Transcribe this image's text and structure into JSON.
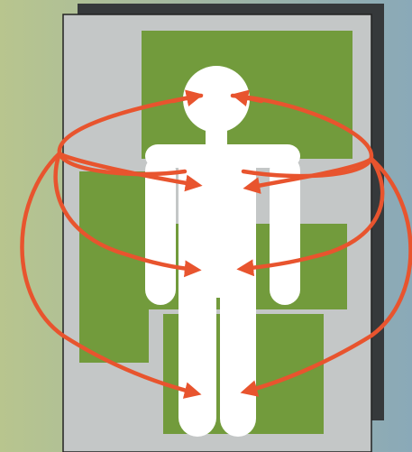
{
  "illustration": {
    "subject": "human-silhouette",
    "colors": {
      "background_left": "#b8c58e",
      "background_right": "#8aa9b8",
      "panel": "#c4c7c7",
      "panel_shadow": "#36393b",
      "green_blocks": "#729b3c",
      "figure": "#ffffff",
      "arrows": "#e8542e",
      "outline": "#222222"
    },
    "arrow_pairs": [
      {
        "target": "head"
      },
      {
        "target": "chest"
      },
      {
        "target": "hips"
      },
      {
        "target": "feet"
      }
    ]
  }
}
